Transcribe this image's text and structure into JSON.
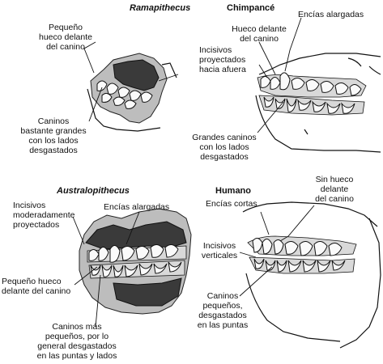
{
  "panels": {
    "ramapithecus": {
      "title": "Ramapithecus",
      "label_gap": "Pequeño\nhueco delante\ndel canino",
      "label_canines": "Caninos\nbastante grandes\ncon los lados\ndesgastados"
    },
    "chimpance": {
      "title": "Chimpancé",
      "label_gums": "Encías alargadas",
      "label_gap": "Hueco delante\ndel canino",
      "label_incisors": "Incisivos\nproyectados\nhacia afuera",
      "label_canines": "Grandes caninos\ncon los lados\ndesgastados"
    },
    "australopithecus": {
      "title": "Australopithecus",
      "label_incisors": "Incisivos\nmoderadamente\nproyectados",
      "label_gums": "Encías alargadas",
      "label_gap": "Pequeño hueco\ndelante del canino",
      "label_canines": "Caninos más\npequeños, por lo\ngeneral desgastados\nen las puntas y lados"
    },
    "humano": {
      "title": "Humano",
      "label_gums": "Encías cortas",
      "label_no_gap": "Sin hueco\ndelante\ndel canino",
      "label_incisors": "Incisivos\nverticales",
      "label_canines": "Caninos\npequeños,\ndesgastados\nen las puntas"
    }
  }
}
